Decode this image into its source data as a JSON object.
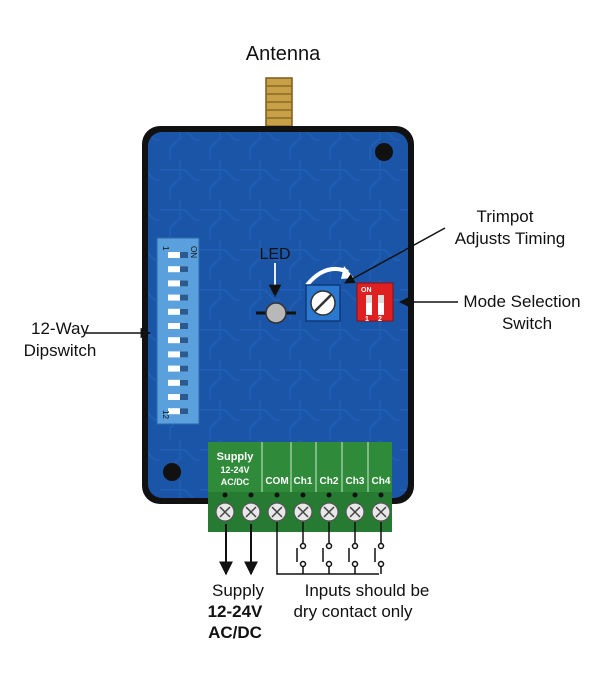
{
  "labels": {
    "antenna": "Antenna",
    "led": "LED",
    "trimpot_line1": "Trimpot",
    "trimpot_line2": "Adjusts Timing",
    "mode_line1": "Mode Selection",
    "mode_line2": "Switch",
    "dip_line1": "12-Way",
    "dip_line2": "Dipswitch",
    "supply_bottom_line1": "Supply",
    "supply_bottom_line2": "12-24V",
    "supply_bottom_line3": "AC/DC",
    "inputs_line1": "Inputs should be",
    "inputs_line2": "dry contact only"
  },
  "dipswitch": {
    "on_label": "ON",
    "start_label": "1",
    "end_label": "12"
  },
  "mode_switch": {
    "on_label": "ON",
    "pos1": "1",
    "pos2": "2"
  },
  "terminal_block": {
    "supply_line1": "Supply",
    "supply_line2": "12-24V",
    "supply_line3": "AC/DC",
    "terminals": [
      "COM",
      "Ch1",
      "Ch2",
      "Ch3",
      "Ch4"
    ]
  },
  "colors": {
    "pcb": "#1b55a8",
    "pcb_dark": "#164a96",
    "outline": "#111111",
    "dip_body": "#5aa0dc",
    "mode_switch": "#e02020",
    "terminal": "#2f8a3a",
    "antenna": "#c8a048"
  }
}
